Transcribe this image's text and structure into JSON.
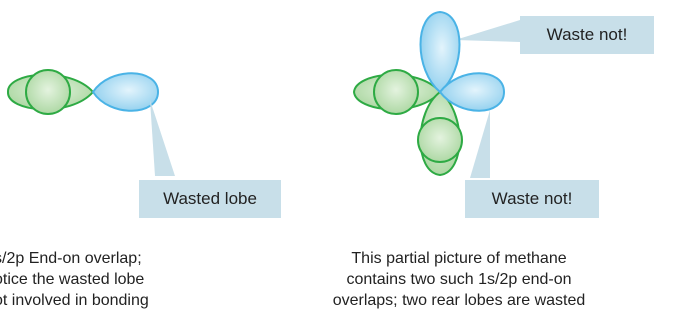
{
  "colors": {
    "s_orbital_fill": "#cfe8c9",
    "s_orbital_stroke": "#2eaa44",
    "p_lobe_fill": "#bfe3f5",
    "p_lobe_stroke": "#4ab3e6",
    "label_box": "#c8dfe9",
    "text": "#222222"
  },
  "left_diagram": {
    "label": "Wasted lobe",
    "caption_lines": [
      "s/2p End-on overlap;",
      "otice the wasted lobe",
      "ot involved in bonding"
    ]
  },
  "right_diagram": {
    "label_top": "Waste not!",
    "label_bottom": "Waste not!",
    "caption_lines": [
      "This partial picture of methane",
      "contains two such 1s/2p end-on",
      "overlaps; two rear lobes are wasted"
    ]
  }
}
